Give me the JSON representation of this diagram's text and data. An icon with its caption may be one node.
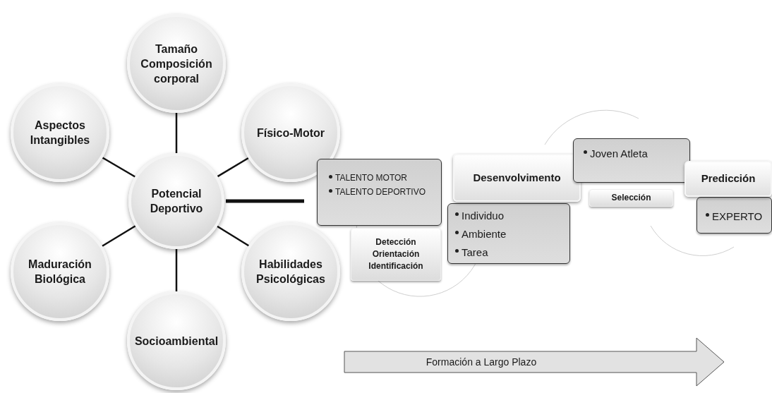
{
  "diagram": {
    "nodes": [
      {
        "text": [
          "Tamaño Composición corporal"
        ]
      },
      {
        "text": [
          "Aspectos Intangibles"
        ]
      },
      {
        "text": [
          "Físico-Motor"
        ]
      },
      {
        "text": [
          "Potencial Deportivo"
        ]
      },
      {
        "text": [
          "Maduración Biológica"
        ]
      },
      {
        "text": [
          "Habilidades Psicológicas"
        ]
      },
      {
        "text": [
          "Socioambiental"
        ]
      },
      {
        "text": [
          "TALENTO MOTOR",
          "TALENTO DEPORTIVO"
        ]
      },
      {
        "text": [
          "Detección Orientación Identificación"
        ]
      },
      {
        "text": [
          "Desenvolvimento"
        ]
      },
      {
        "text": [
          "Individuo",
          "Ambiente",
          "Tarea"
        ]
      },
      {
        "text": [
          "Joven Atleta"
        ]
      },
      {
        "text": [
          "Selección"
        ]
      },
      {
        "text": [
          "Predicción"
        ]
      },
      {
        "text": [
          "EXPERTO"
        ]
      },
      {
        "text": [
          "Formación a Largo Plazo"
        ]
      }
    ],
    "edges": [
      {
        "from": 3,
        "to": 0,
        "arrow": "none"
      },
      {
        "from": 3,
        "to": 1,
        "arrow": "none"
      },
      {
        "from": 3,
        "to": 2,
        "arrow": "none"
      },
      {
        "from": 3,
        "to": 4,
        "arrow": "none"
      },
      {
        "from": 3,
        "to": 5,
        "arrow": "none"
      },
      {
        "from": 3,
        "to": 6,
        "arrow": "none"
      },
      {
        "from": 3,
        "to": 7,
        "arrow": "none",
        "style": "thick"
      }
    ]
  }
}
